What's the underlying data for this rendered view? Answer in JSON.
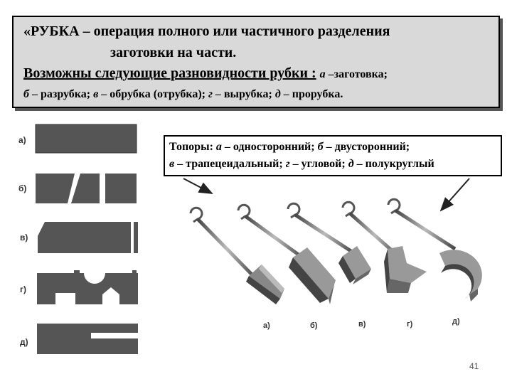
{
  "header": {
    "line1": "«РУБКА  – операция полного или частичного разделения",
    "line2": "заготовки на части.",
    "line3_main": "Возможны  следующие  разновидности  рубки :",
    "line3_a_letter": "а",
    "line3_a_text": " –заготовка;",
    "line4_b_letter": "б",
    "line4_b_text": " – разрубка; ",
    "line4_v_letter": "в",
    "line4_v_text": " – обрубка (отрубка); ",
    "line4_g_letter": "г",
    "line4_g_text": " – вырубка; ",
    "line4_d_letter": "д",
    "line4_d_text": " – прорубка."
  },
  "caption": {
    "prefix": "Топоры: ",
    "a_letter": "а",
    "a_text": " – односторонний;  ",
    "b_letter": "б",
    "b_text": " – двусторонний;",
    "v_letter": "в",
    "v_text": " – трапецеидальный; ",
    "g_letter": "г",
    "g_text": " – угловой; ",
    "d_letter": "д",
    "d_text": " – полукруглый"
  },
  "cut_labels": [
    "а)",
    "б)",
    "в)",
    "г)",
    "д)"
  ],
  "axe_labels": [
    "а)",
    "б)",
    "в)",
    "г)",
    "д)"
  ],
  "page_number": "41",
  "colors": {
    "box_fill": "#d9d9d9",
    "part_fill": "#555555",
    "axe_dark": "#4a4a4a",
    "axe_light": "#9a9a9a"
  }
}
